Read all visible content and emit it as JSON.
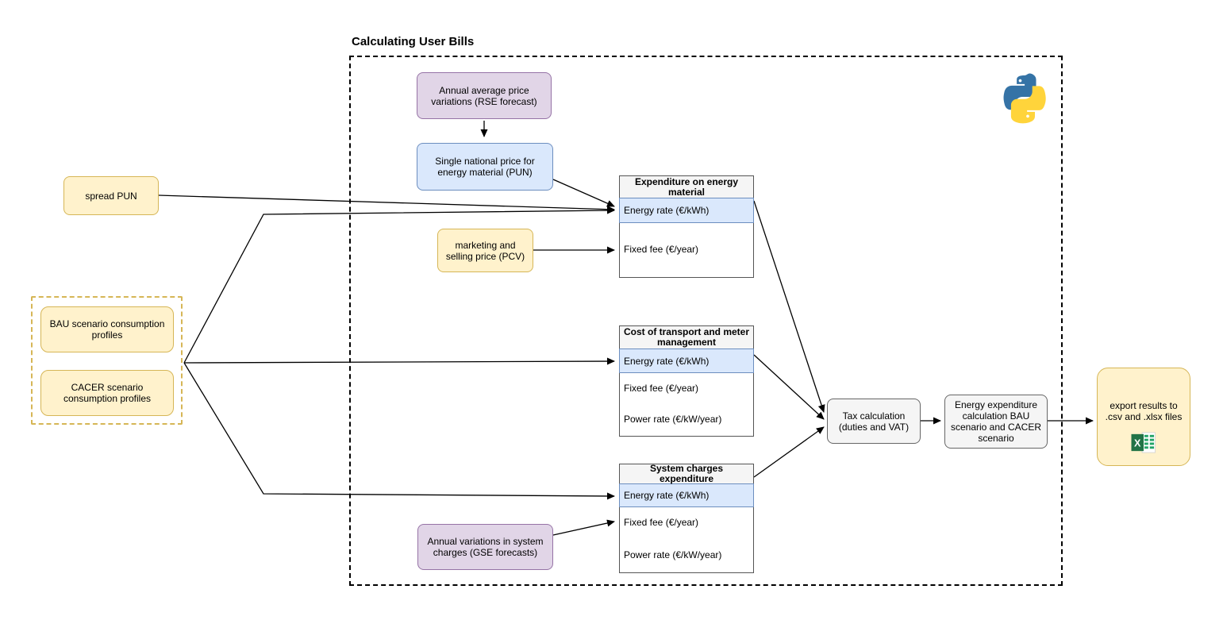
{
  "diagram": {
    "title": "Calculating User Bills",
    "nodes": {
      "rse": "Annual average price variations (RSE forecast)",
      "pun": "Single national price for energy material (PUN)",
      "spread_pun": "spread PUN",
      "pcv": "marketing and selling price (PCV)",
      "bau": "BAU scenario consumption profiles",
      "cacer": "CACER scenario consumption profiles",
      "gse": "Annual variations in system charges (GSE forecasts)",
      "tax": "Tax calculation (duties and VAT)",
      "energy_calc": "Energy expenditure calculation BAU scenario and CACER scenario",
      "export": "export results to .csv and .xlsx files"
    },
    "tables": [
      {
        "title": "Expenditure on energy material",
        "rows": [
          {
            "label": "Energy rate (€/kWh)",
            "highlight": true
          },
          {
            "label": "Fixed fee (€/year)",
            "highlight": false
          }
        ]
      },
      {
        "title": "Cost of transport and meter management",
        "rows": [
          {
            "label": "Energy rate (€/kWh)",
            "highlight": true
          },
          {
            "label": "Fixed fee (€/year)",
            "highlight": false
          },
          {
            "label": "Power rate (€/kW/year)",
            "highlight": false
          }
        ]
      },
      {
        "title": "System charges expenditure",
        "rows": [
          {
            "label": "Energy rate (€/kWh)",
            "highlight": true
          },
          {
            "label": "Fixed fee (€/year)",
            "highlight": false
          },
          {
            "label": "Power rate (€/kW/year)",
            "highlight": false
          }
        ]
      }
    ],
    "icons": {
      "python": "python-logo",
      "excel": "excel-icon"
    },
    "colors": {
      "yellow_fill": "#FFF2CC",
      "yellow_border": "#D6B656",
      "purple_fill": "#E1D5E7",
      "purple_border": "#9673A6",
      "blue_fill": "#DAE8FC",
      "blue_border": "#6C8EBF",
      "gray_fill": "#F5F5F5",
      "gray_border": "#666666",
      "highlight_row_fill": "#DAE8FC",
      "excel_green": "#217346",
      "python_blue": "#3573A6",
      "python_yellow": "#FFD43B"
    }
  }
}
